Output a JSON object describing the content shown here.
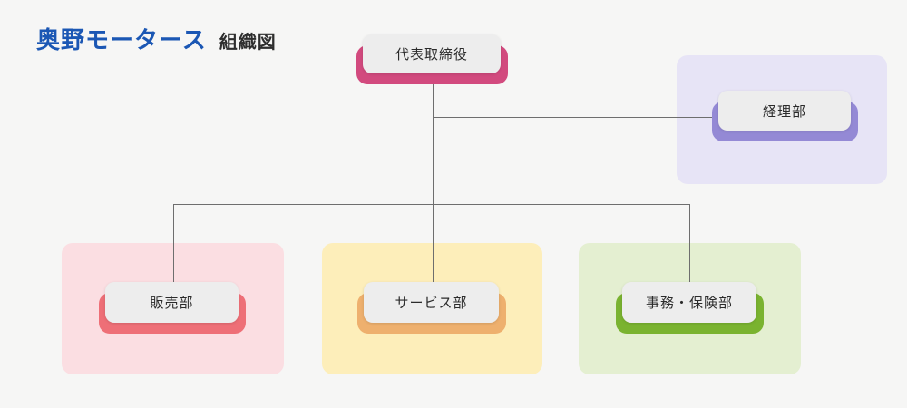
{
  "title": {
    "company": "奥野モータース",
    "doc_type": "組織図"
  },
  "chart_data": {
    "type": "org-chart",
    "root": "代表取締役",
    "nodes": [
      {
        "id": "ceo",
        "label": "代表取締役",
        "accent": "#d24a7e",
        "reports_to": null
      },
      {
        "id": "accounting",
        "label": "経理部",
        "accent": "#9489d5",
        "reports_to": "代表取締役"
      },
      {
        "id": "sales",
        "label": "販売部",
        "accent": "#ee6f77",
        "reports_to": "代表取締役"
      },
      {
        "id": "service",
        "label": "サービス部",
        "accent": "#eeb06e",
        "reports_to": "代表取締役"
      },
      {
        "id": "admin_insurance",
        "label": "事務・保険部",
        "accent": "#7ab330",
        "reports_to": "代表取締役"
      }
    ]
  },
  "nodes": {
    "ceo": {
      "label": "代表取締役",
      "accent": "#d24a7e"
    },
    "accounting": {
      "label": "経理部",
      "accent": "#9489d5"
    },
    "sales": {
      "label": "販売部",
      "accent": "#ee6f77"
    },
    "service": {
      "label": "サービス部",
      "accent": "#eeb06e"
    },
    "admin_insurance": {
      "label": "事務・保険部",
      "accent": "#7ab330"
    }
  },
  "panels": {
    "accounting": {
      "bg": "#e7e4f6"
    },
    "sales": {
      "bg": "#fbdee2"
    },
    "service": {
      "bg": "#fdeeba"
    },
    "admin_insurance": {
      "bg": "#e4efd1"
    }
  },
  "colors": {
    "background": "#f6f6f5",
    "node_face": "#ededed",
    "node_text": "#2b2b2b",
    "title_blue": "#1b57b4",
    "title_dark": "#2e2e2e",
    "connector": "#6e6e6e"
  }
}
